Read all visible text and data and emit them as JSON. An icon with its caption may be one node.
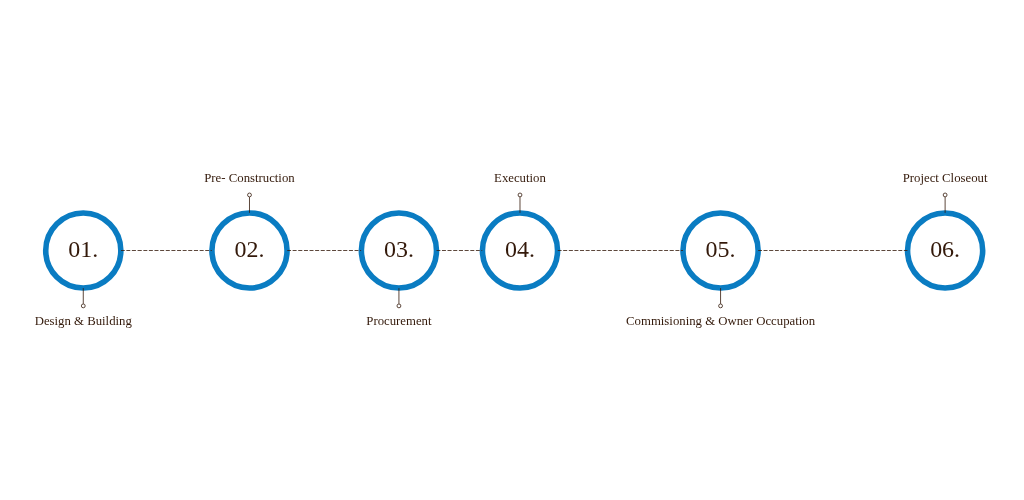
{
  "diagram": {
    "nodes": [
      {
        "text": [
          "01."
        ]
      },
      {
        "text": [
          "02."
        ]
      },
      {
        "text": [
          "03."
        ]
      },
      {
        "text": [
          "04."
        ]
      },
      {
        "text": [
          "05."
        ]
      },
      {
        "text": [
          "06."
        ]
      },
      {
        "text": [
          "Design & Building"
        ]
      },
      {
        "text": [
          "Pre- Construction"
        ]
      },
      {
        "text": [
          "Procurement"
        ]
      },
      {
        "text": [
          "Execution"
        ]
      },
      {
        "text": [
          "Commisioning & Owner Occupation"
        ]
      },
      {
        "text": [
          "Project Closeout"
        ]
      }
    ],
    "edges": [
      {
        "from": 0,
        "to": 1,
        "arrow": "none",
        "style": "dashed"
      },
      {
        "from": 1,
        "to": 2,
        "arrow": "none",
        "style": "dashed"
      },
      {
        "from": 2,
        "to": 3,
        "arrow": "none",
        "style": "dashed"
      },
      {
        "from": 3,
        "to": 4,
        "arrow": "none",
        "style": "dashed"
      },
      {
        "from": 4,
        "to": 5,
        "arrow": "none",
        "style": "dashed"
      },
      {
        "from": 6,
        "to": 0,
        "arrow": "other"
      },
      {
        "from": 7,
        "to": 1,
        "arrow": "other"
      },
      {
        "from": 8,
        "to": 2,
        "arrow": "other"
      },
      {
        "from": 9,
        "to": 3,
        "arrow": "other"
      },
      {
        "from": 10,
        "to": 4,
        "arrow": "other"
      },
      {
        "from": 11,
        "to": 5,
        "arrow": "other"
      }
    ]
  }
}
